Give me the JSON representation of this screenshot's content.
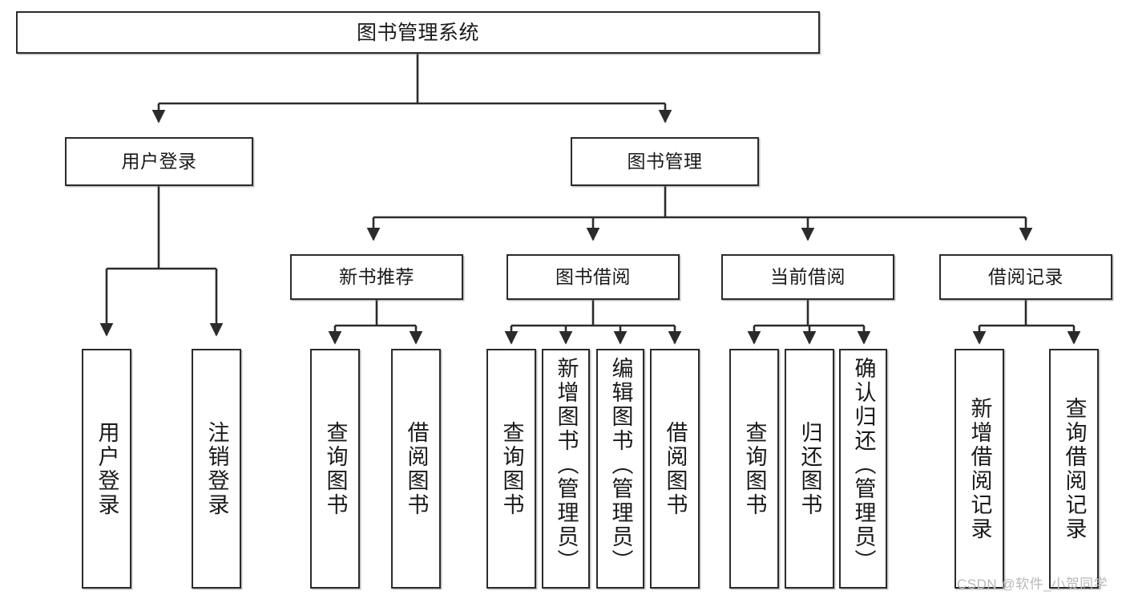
{
  "diagram": {
    "title": "图书管理系统",
    "type": "hierarchy-tree",
    "background_color": "#ffffff",
    "line_color": "#2b2b2b",
    "node_border_color": "#2b2b2b",
    "node_fill_color": "#ffffff"
  },
  "nodes": {
    "root": {
      "label": "图书管理系统"
    },
    "level2": [
      {
        "label": "用户登录"
      },
      {
        "label": "图书管理"
      }
    ],
    "level3": [
      {
        "label": "新书推荐"
      },
      {
        "label": "图书借阅"
      },
      {
        "label": "当前借阅"
      },
      {
        "label": "借阅记录"
      }
    ],
    "leaves": {
      "user_login": [
        {
          "label": "用户登录"
        },
        {
          "label": "注销登录"
        }
      ],
      "new_book_recommend": [
        {
          "label": "查询图书"
        },
        {
          "label": "借阅图书"
        }
      ],
      "book_borrow": [
        {
          "label": "查询图书"
        },
        {
          "label": "新增图书（管理员）"
        },
        {
          "label": "编辑图书（管理员）"
        },
        {
          "label": "借阅图书"
        }
      ],
      "current_borrow": [
        {
          "label": "查询图书"
        },
        {
          "label": "归还图书"
        },
        {
          "label": "确认归还（管理员）"
        }
      ],
      "borrow_record": [
        {
          "label": "新增借阅记录"
        },
        {
          "label": "查询借阅记录"
        }
      ]
    }
  },
  "watermark": {
    "text": "CSDN @软件_小贺同学"
  }
}
